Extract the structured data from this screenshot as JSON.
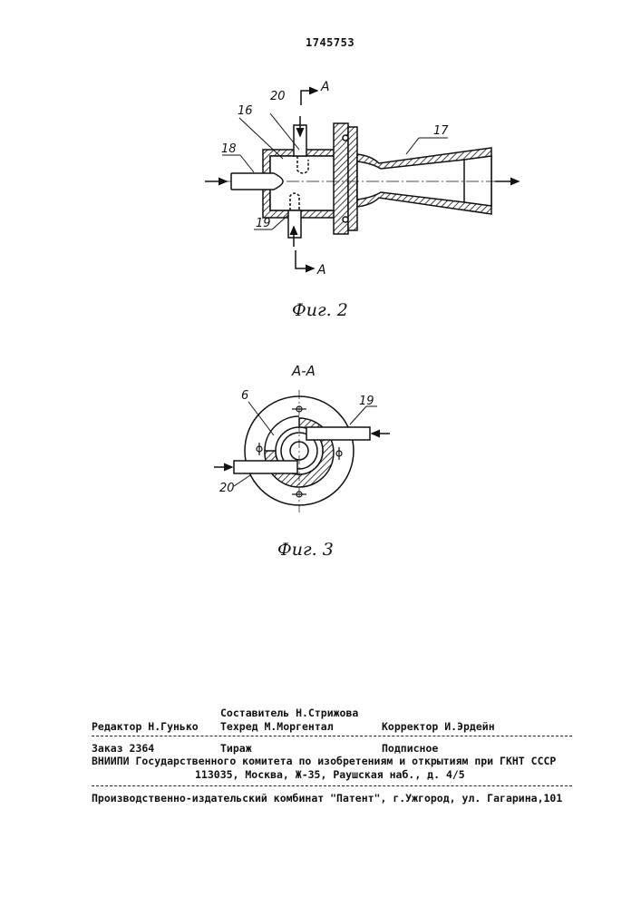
{
  "header": {
    "patent_number": "1745753"
  },
  "figures": {
    "fig2": {
      "caption": "Фиг. 2",
      "labels": {
        "l20": "20",
        "l16": "16",
        "l18": "18",
        "l19": "19",
        "l17": "17",
        "section_top": "А",
        "section_bottom": "А"
      }
    },
    "fig3": {
      "caption": "Фиг. 3",
      "section_title": "А-А",
      "labels": {
        "l6": "6",
        "l19": "19",
        "l20": "20"
      }
    }
  },
  "imprint": {
    "compiler": "Составитель Н.Стрижова",
    "editor": "Редактор Н.Гунько",
    "techred": "Техред М.Моргентал",
    "corrector": "Корректор И.Эрдейн",
    "order": "Заказ 2364",
    "circulation": "Тираж",
    "subscription": "Подписное",
    "institute": "ВНИИПИ Государственного комитета по изобретениям и открытиям при ГКНТ СССР",
    "address": "113035, Москва, Ж-35, Раушская наб., д. 4/5",
    "publisher": "Производственно-издательский комбинат \"Патент\", г.Ужгород, ул. Гагарина,101"
  }
}
